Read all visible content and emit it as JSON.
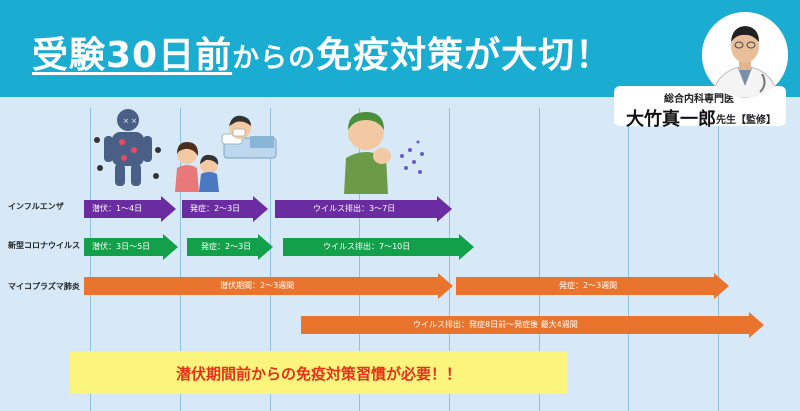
{
  "header": {
    "title_part1": "受験30日前",
    "title_part2": "からの",
    "title_part3": "免疫対策が大切！"
  },
  "doctor": {
    "role": "総合内科専門医",
    "name": "大竹真一郎",
    "suffix": "先生【監修】"
  },
  "rows": [
    {
      "label": "インフルエンザ",
      "color": "#6a2ca0",
      "arrows": [
        {
          "text": "潜伏：1～4日"
        },
        {
          "text": "発症：2～3日"
        },
        {
          "text": "ウイルス排出：3～7日"
        }
      ]
    },
    {
      "label": "新型コロナウイルス",
      "color": "#12a14a",
      "arrows": [
        {
          "text": "潜伏：3日～5日"
        },
        {
          "text": "発症：2～3日"
        },
        {
          "text": "ウイルス排出：7～10日"
        }
      ]
    },
    {
      "label": "マイコプラズマ肺炎",
      "color": "#e9742d",
      "arrows": [
        {
          "text": "潜伏期間：2～3週間"
        },
        {
          "text": "発症：2～3週間"
        },
        {
          "text": "ウイルス排出：発症8日前～発症後 最大4週間"
        }
      ]
    }
  ],
  "notice": {
    "text": "潜伏期間前からの免疫対策習慣が必要！！"
  },
  "icons": [
    "doctor-photo-icon",
    "virus-figure-icon",
    "sick-child-bed-icon",
    "mother-child-icon",
    "coughing-man-icon"
  ]
}
